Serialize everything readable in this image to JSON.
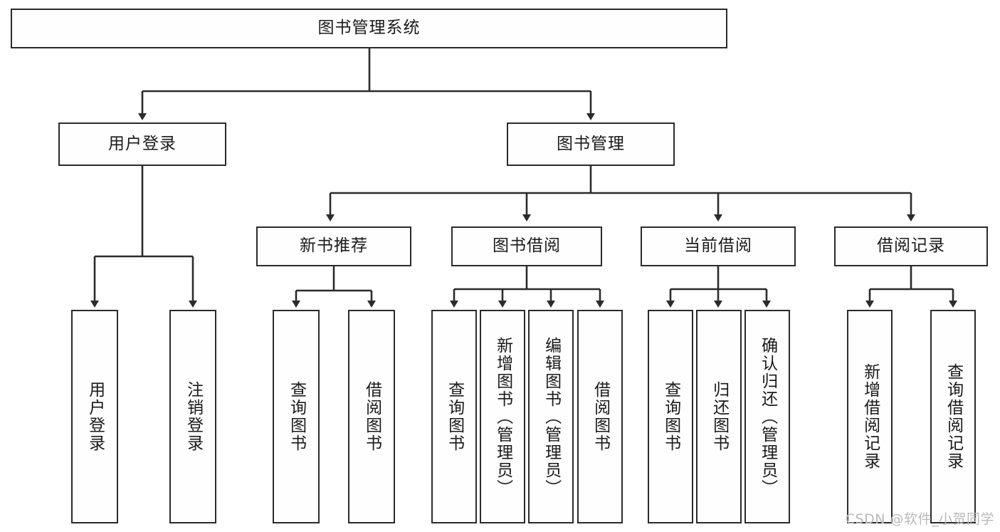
{
  "diagram": {
    "type": "tree-hierarchy",
    "title": "图书管理系统",
    "root": {
      "id": "root",
      "label": "图书管理系统",
      "orientation": "horizontal"
    },
    "level1": [
      {
        "id": "user-login",
        "label": "用户登录",
        "orientation": "horizontal"
      },
      {
        "id": "book-manage",
        "label": "图书管理",
        "orientation": "horizontal"
      }
    ],
    "level2": [
      {
        "id": "new-book-recommend",
        "label": "新书推荐",
        "parent": "book-manage",
        "orientation": "horizontal"
      },
      {
        "id": "book-borrow",
        "label": "图书借阅",
        "parent": "book-manage",
        "orientation": "horizontal"
      },
      {
        "id": "current-borrow",
        "label": "当前借阅",
        "parent": "book-manage",
        "orientation": "horizontal"
      },
      {
        "id": "borrow-record",
        "label": "借阅记录",
        "parent": "book-manage",
        "orientation": "horizontal"
      }
    ],
    "leaves": [
      {
        "id": "leaf-user-login",
        "label": "用户登录",
        "parent": "user-login",
        "orientation": "vertical"
      },
      {
        "id": "leaf-logout",
        "label": "注销登录",
        "parent": "user-login",
        "orientation": "vertical"
      },
      {
        "id": "leaf-query-book-1",
        "label": "查询图书",
        "parent": "new-book-recommend",
        "orientation": "vertical"
      },
      {
        "id": "leaf-borrow-book-1",
        "label": "借阅图书",
        "parent": "new-book-recommend",
        "orientation": "vertical"
      },
      {
        "id": "leaf-query-book-2",
        "label": "查询图书",
        "parent": "book-borrow",
        "orientation": "vertical"
      },
      {
        "id": "leaf-add-book",
        "label": "新增图书（管理员）",
        "parent": "book-borrow",
        "orientation": "vertical"
      },
      {
        "id": "leaf-edit-book",
        "label": "编辑图书（管理员）",
        "parent": "book-borrow",
        "orientation": "vertical"
      },
      {
        "id": "leaf-borrow-book-2",
        "label": "借阅图书",
        "parent": "book-borrow",
        "orientation": "vertical"
      },
      {
        "id": "leaf-query-book-3",
        "label": "查询图书",
        "parent": "current-borrow",
        "orientation": "vertical"
      },
      {
        "id": "leaf-return-book",
        "label": "归还图书",
        "parent": "current-borrow",
        "orientation": "vertical"
      },
      {
        "id": "leaf-confirm-return",
        "label": "确认归还（管理员）",
        "parent": "current-borrow",
        "orientation": "vertical"
      },
      {
        "id": "leaf-add-record",
        "label": "新增借阅记录",
        "parent": "borrow-record",
        "orientation": "vertical"
      },
      {
        "id": "leaf-query-record",
        "label": "查询借阅记录",
        "parent": "borrow-record",
        "orientation": "vertical"
      }
    ]
  },
  "watermark": {
    "text": "CSDN @软件_小贺同学"
  },
  "colors": {
    "stroke": "#2b2b2b",
    "fill": "#fefefe",
    "background": "#ffffff",
    "watermark": "#b9b9b9"
  }
}
